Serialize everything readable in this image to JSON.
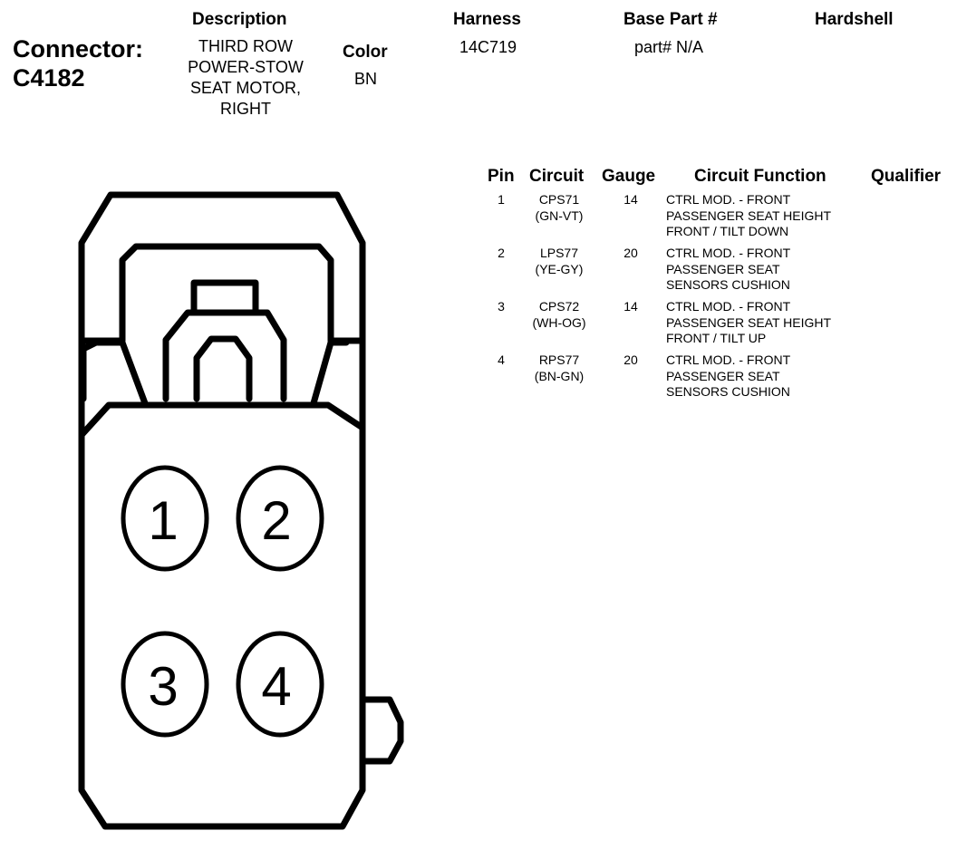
{
  "connector": {
    "label": "Connector:",
    "id": "C4182"
  },
  "description": {
    "heading": "Description",
    "lines": [
      "THIRD ROW",
      "POWER-STOW",
      "SEAT MOTOR,",
      "RIGHT"
    ]
  },
  "color": {
    "heading": "Color",
    "value": "BN"
  },
  "harness": {
    "heading": "Harness",
    "value": "14C719"
  },
  "base_part": {
    "heading": "Base Part #",
    "value": "part# N/A"
  },
  "hardshell": {
    "heading": "Hardshell"
  },
  "table": {
    "headers": {
      "pin": "Pin",
      "circuit": "Circuit",
      "gauge": "Gauge",
      "function": "Circuit Function",
      "qualifier": "Qualifier"
    },
    "rows": [
      {
        "pin": "1",
        "circuit": "CPS71",
        "wire": "(GN-VT)",
        "gauge": "14",
        "function": [
          "CTRL MOD. - FRONT",
          "PASSENGER SEAT HEIGHT",
          "FRONT / TILT DOWN"
        ]
      },
      {
        "pin": "2",
        "circuit": "LPS77",
        "wire": "(YE-GY)",
        "gauge": "20",
        "function": [
          "CTRL MOD. - FRONT",
          "PASSENGER SEAT",
          "SENSORS CUSHION"
        ]
      },
      {
        "pin": "3",
        "circuit": "CPS72",
        "wire": "(WH-OG)",
        "gauge": "14",
        "function": [
          "CTRL MOD. - FRONT",
          "PASSENGER SEAT HEIGHT",
          "FRONT / TILT UP"
        ]
      },
      {
        "pin": "4",
        "circuit": "RPS77",
        "wire": "(BN-GN)",
        "gauge": "20",
        "function": [
          "CTRL MOD. - FRONT",
          "PASSENGER SEAT",
          "SENSORS CUSHION"
        ]
      }
    ]
  },
  "diagram": {
    "pin_labels": [
      "1",
      "2",
      "3",
      "4"
    ]
  }
}
